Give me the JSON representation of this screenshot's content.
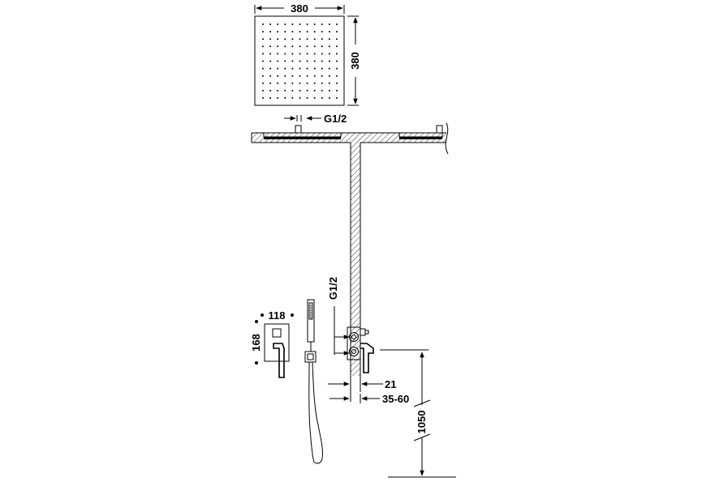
{
  "shower_head": {
    "width_label": "380",
    "height_label": "380",
    "connection_label": "G1/2"
  },
  "mixer_plate": {
    "width_label": "118",
    "height_label": "168"
  },
  "wall_inlet": {
    "connection_label": "G1/2",
    "projection_label": "21",
    "embed_depth_label": "35-60"
  },
  "mounting": {
    "height_label": "1050"
  }
}
